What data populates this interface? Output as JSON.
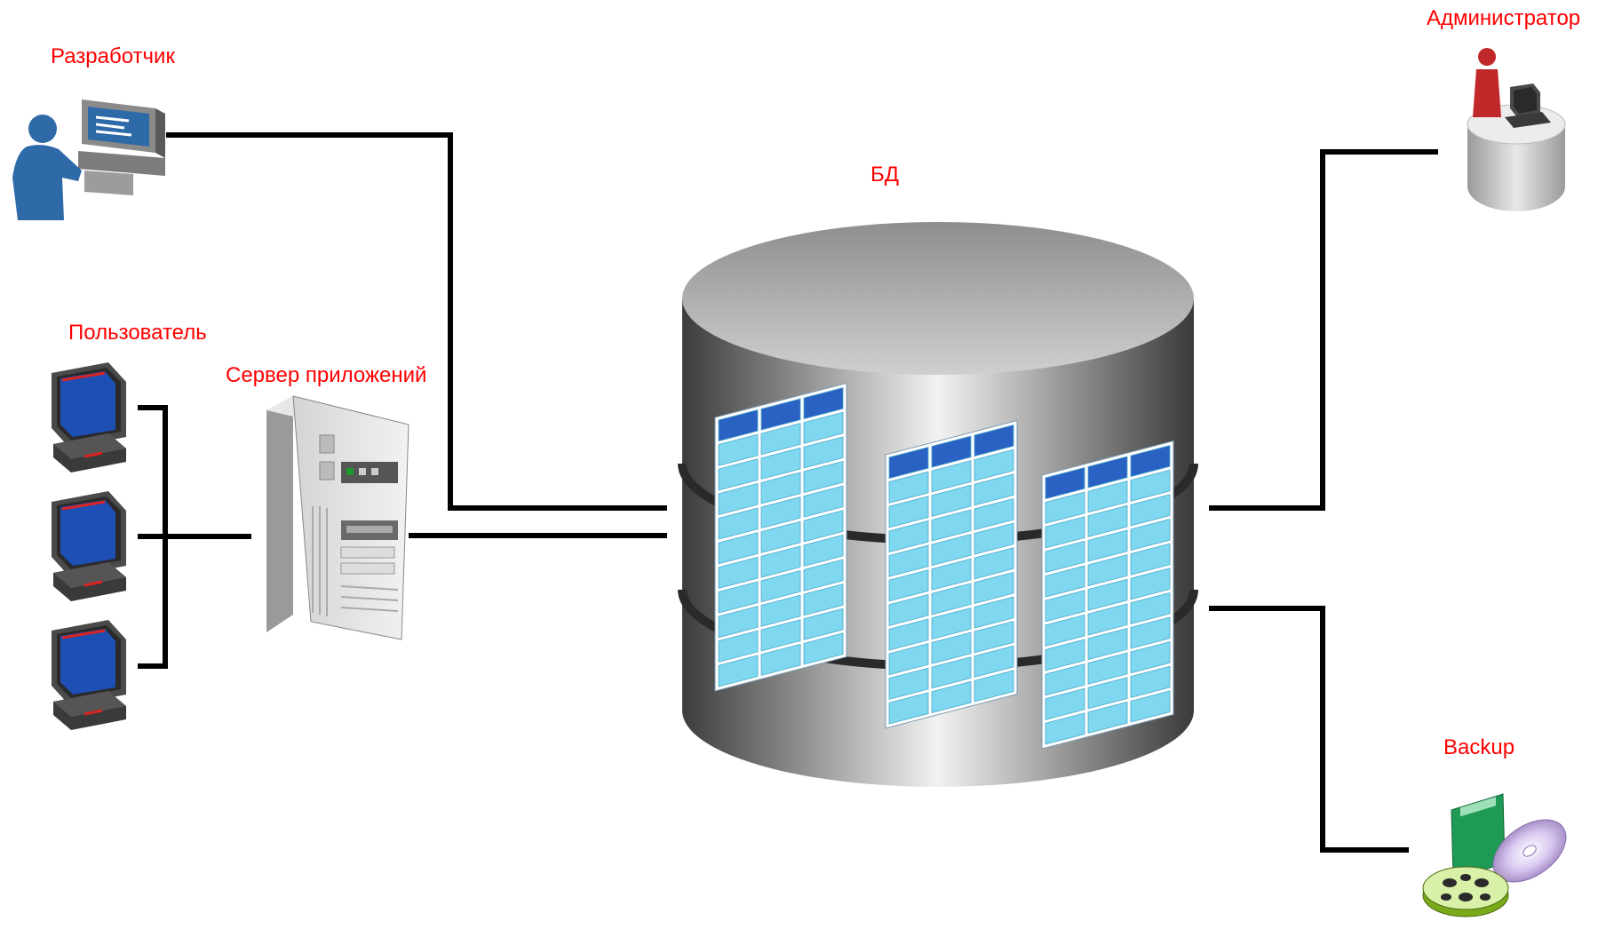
{
  "labels": {
    "developer": "Разработчик",
    "user": "Пользователь",
    "app_server": "Сервер приложений",
    "database": "БД",
    "administrator": "Администратор",
    "backup": "Backup"
  },
  "colors": {
    "label": "#ff0000",
    "connector": "#000000",
    "person_blue": "#2f6aa8",
    "admin_red": "#c0282a",
    "table_cell": "#7fd8f0",
    "table_header": "#2a62c4"
  },
  "icons": {
    "developer": "developer-workstation-icon",
    "user_terminal": "monitor-terminal-icon",
    "app_server": "server-tower-icon",
    "database": "database-cylinder-icon",
    "administrator": "admin-console-icon",
    "backup": "backup-media-icon"
  }
}
